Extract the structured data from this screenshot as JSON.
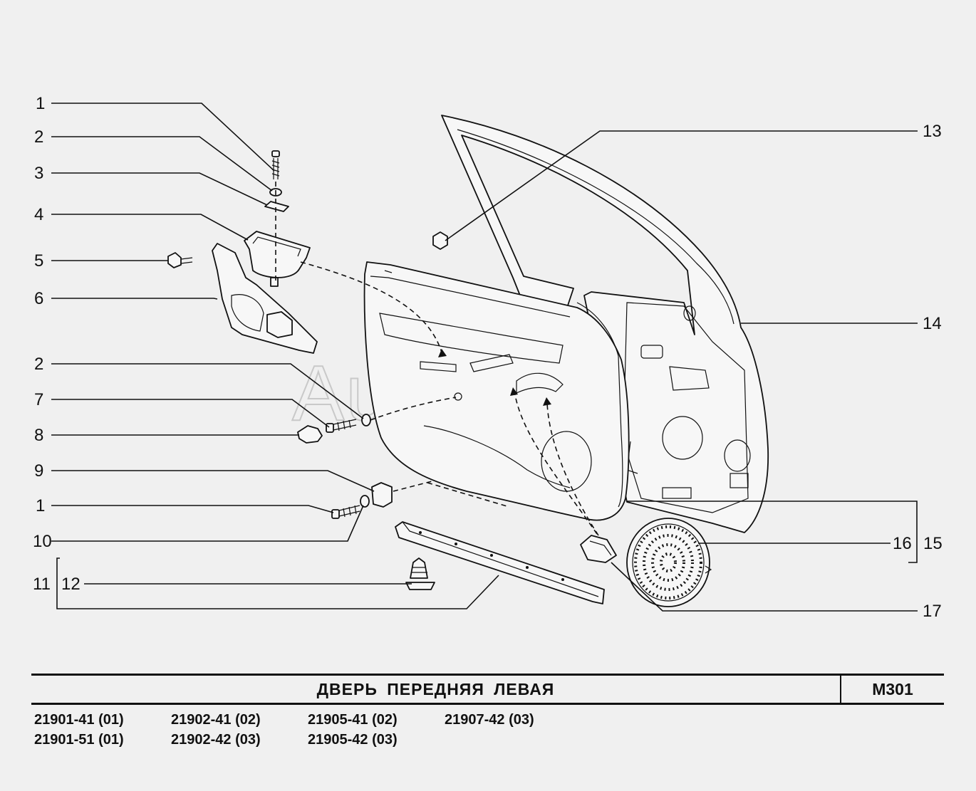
{
  "watermark": "AutoSoft",
  "callouts": {
    "c1a": "1",
    "c2a": "2",
    "c3": "3",
    "c4": "4",
    "c5": "5",
    "c6": "6",
    "c2b": "2",
    "c7": "7",
    "c8": "8",
    "c9": "9",
    "c1b": "1",
    "c10": "10",
    "c11": "11",
    "c12": "12",
    "c13": "13",
    "c14": "14",
    "c16": "16",
    "c15": "15",
    "c17": "17"
  },
  "title": "ДВЕРЬ  ПЕРЕДНЯЯ  ЛЕВАЯ",
  "catalog_code": "M301",
  "models": [
    "21901-41 (01)",
    "21902-41 (02)",
    "21905-41 (02)",
    "21907-42 (03)",
    "21901-51 (01)",
    "21902-42 (03)",
    "21905-42 (03)",
    ""
  ]
}
